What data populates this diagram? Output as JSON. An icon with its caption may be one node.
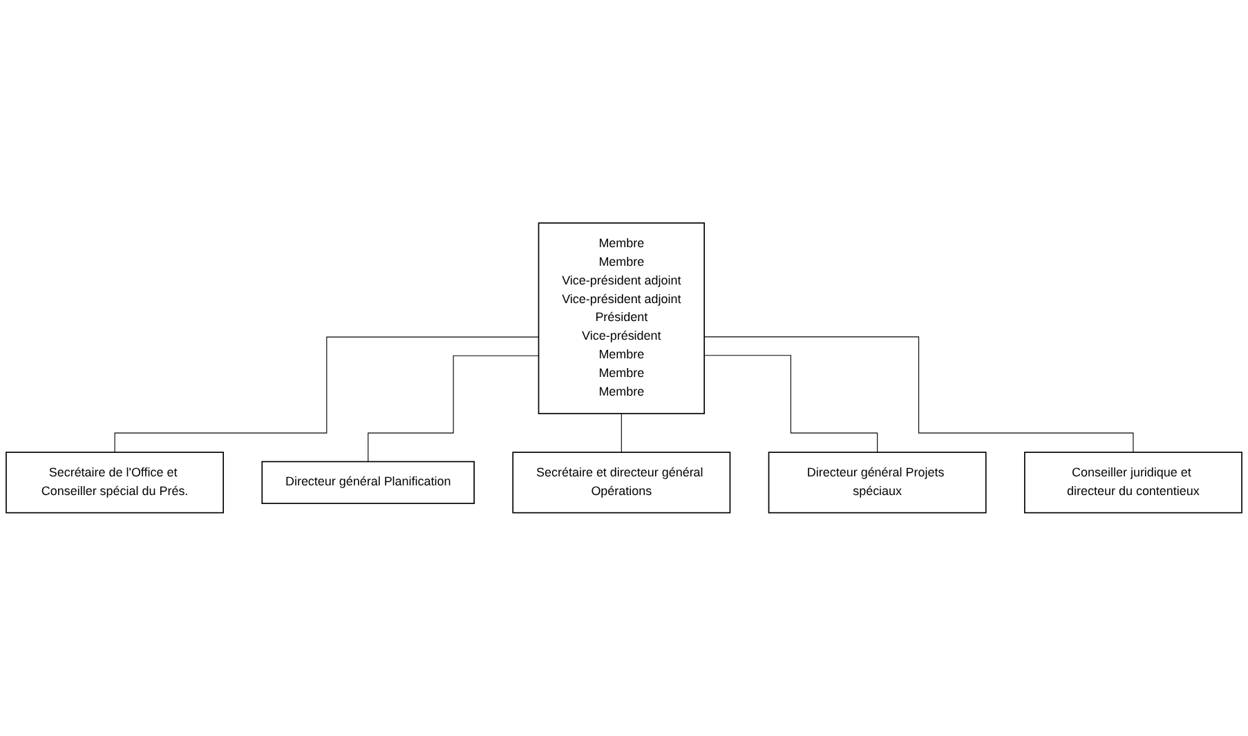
{
  "diagram": {
    "nodes": [
      {
        "text": [
          "Membre",
          "Membre",
          "Vice-président adjoint",
          "Vice-président adjoint",
          "Président",
          "Vice-président",
          "Membre",
          "Membre",
          "Membre"
        ]
      },
      {
        "text": [
          "Secrétaire de l'Office et Conseiller spécial du Prés."
        ]
      },
      {
        "text": [
          "Directeur général Planification"
        ]
      },
      {
        "text": [
          "Secrétaire et directeur général Opérations"
        ]
      },
      {
        "text": [
          "Directeur général Projets spéciaux"
        ]
      },
      {
        "text": [
          "Conseiller juridique et directeur du contentieux"
        ]
      }
    ],
    "edges": [
      {
        "from": 0,
        "to": 1,
        "arrow": "none"
      },
      {
        "from": 0,
        "to": 2,
        "arrow": "none"
      },
      {
        "from": 0,
        "to": 3,
        "arrow": "none"
      },
      {
        "from": 0,
        "to": 4,
        "arrow": "none"
      },
      {
        "from": 0,
        "to": 5,
        "arrow": "none"
      }
    ]
  }
}
